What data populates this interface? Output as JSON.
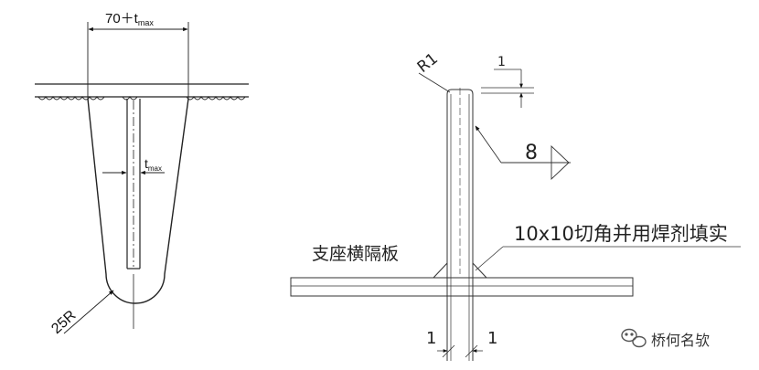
{
  "left_detail": {
    "top_dim_base": "70＋t",
    "top_dim_sub": "max",
    "mid_dim_base": "t",
    "mid_dim_sub": "max",
    "radius_label": "25R"
  },
  "right_detail": {
    "r1_label": "R1",
    "top_small_dim": "1",
    "weld_size": "8",
    "chamfer_note": "10x10切角并用焊剂填实",
    "plate_label": "支座横隔板",
    "bottom_dim_left": "1",
    "bottom_dim_right": "1"
  },
  "watermark": {
    "text": "桥何名欤",
    "icon": "wechat-logo-icon"
  }
}
